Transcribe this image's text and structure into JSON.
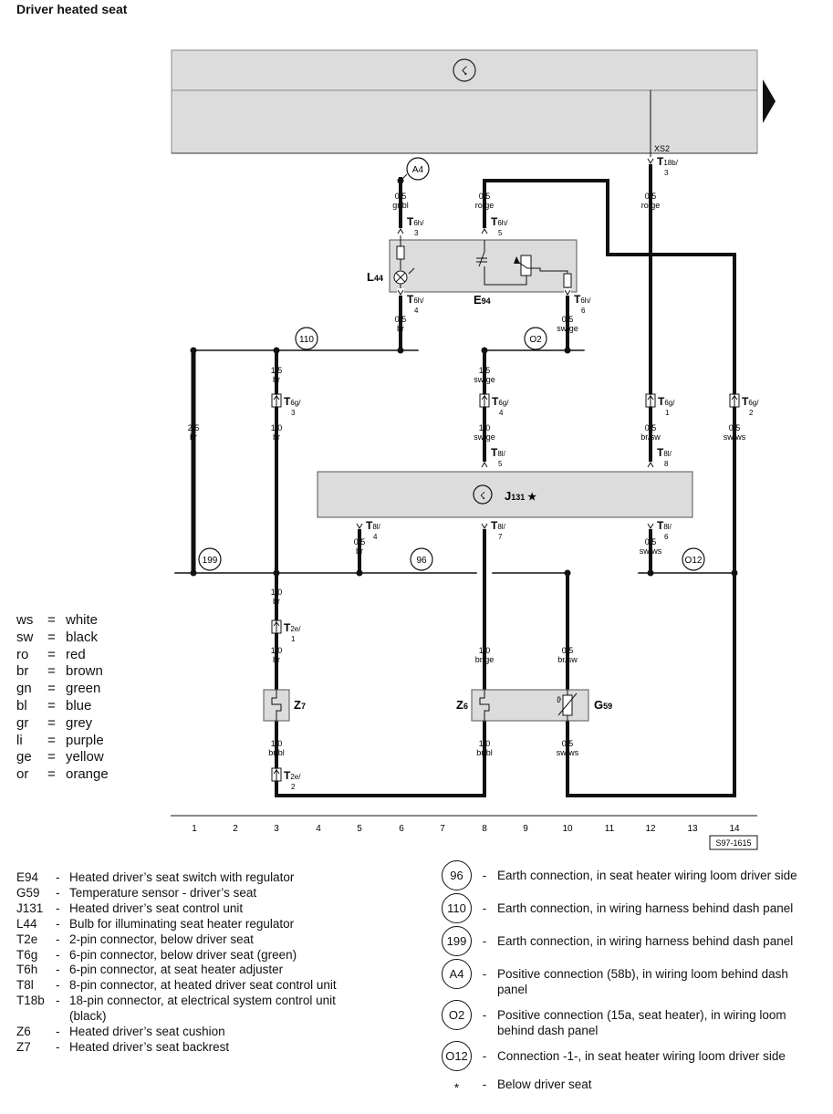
{
  "title": "Driver heated seat",
  "diagram_ref": "S97-1615",
  "track_numbers": [
    "1",
    "2",
    "3",
    "4",
    "5",
    "6",
    "7",
    "8",
    "9",
    "10",
    "11",
    "12",
    "13",
    "14"
  ],
  "earth_circles": {
    "c110": "110",
    "c199": "199",
    "c96": "96",
    "cA4": "A4",
    "cO2": "O2",
    "cO12": "O12"
  },
  "components": {
    "L44": {
      "main": "L",
      "sub": "44"
    },
    "E94": {
      "main": "E",
      "sub": "94"
    },
    "J131": {
      "main": "J",
      "sub": "131",
      "mark": "★"
    },
    "Z7": {
      "main": "Z",
      "sub": "7"
    },
    "Z6": {
      "main": "Z",
      "sub": "6"
    },
    "G59": {
      "main": "G",
      "sub": "59"
    }
  },
  "connectors": {
    "xs2": "XS2",
    "t18b3": {
      "main": "T",
      "sub": "18b/",
      "pin": "3"
    },
    "t6h3": {
      "main": "T",
      "sub": "6h/",
      "pin": "3"
    },
    "t6h5": {
      "main": "T",
      "sub": "6h/",
      "pin": "5"
    },
    "t6h4": {
      "main": "T",
      "sub": "6h/",
      "pin": "4"
    },
    "t6h6": {
      "main": "T",
      "sub": "6h/",
      "pin": "6"
    },
    "t6g3": {
      "main": "T",
      "sub": "6g/",
      "pin": "3"
    },
    "t6g4": {
      "main": "T",
      "sub": "6g/",
      "pin": "4"
    },
    "t6g1": {
      "main": "T",
      "sub": "6g/",
      "pin": "1"
    },
    "t6g2": {
      "main": "T",
      "sub": "6g/",
      "pin": "2"
    },
    "t8l5": {
      "main": "T",
      "sub": "8l/",
      "pin": "5"
    },
    "t8l8": {
      "main": "T",
      "sub": "8l/",
      "pin": "8"
    },
    "t8l4": {
      "main": "T",
      "sub": "8l/",
      "pin": "4"
    },
    "t8l7": {
      "main": "T",
      "sub": "8l/",
      "pin": "7"
    },
    "t8l6": {
      "main": "T",
      "sub": "8l/",
      "pin": "6"
    },
    "t2e1": {
      "main": "T",
      "sub": "2e/",
      "pin": "1"
    },
    "t2e2": {
      "main": "T",
      "sub": "2e/",
      "pin": "2"
    }
  },
  "wires": {
    "w_grbl": {
      "size": "0,5",
      "color": "gr/bl"
    },
    "w_roge1": {
      "size": "0,5",
      "color": "ro/ge"
    },
    "w_roge2": {
      "size": "0,5",
      "color": "ro/ge"
    },
    "w_br_l44": {
      "size": "0,5",
      "color": "br"
    },
    "w_swge_e94": {
      "size": "0,5",
      "color": "sw/ge"
    },
    "w_25br": {
      "size": "2,5",
      "color": "br"
    },
    "w_15br": {
      "size": "1,5",
      "color": "br"
    },
    "w_15swge": {
      "size": "1,5",
      "color": "sw/ge"
    },
    "w_10br_a": {
      "size": "1,0",
      "color": "br"
    },
    "w_10swge": {
      "size": "1,0",
      "color": "sw/ge"
    },
    "w_05brsw": {
      "size": "0,5",
      "color": "br/sw"
    },
    "w_05swws_a": {
      "size": "0,5",
      "color": "sw/ws"
    },
    "w_05br_j": {
      "size": "0,5",
      "color": "br"
    },
    "w_05swws_j": {
      "size": "0,5",
      "color": "sw/ws"
    },
    "w_10br_b": {
      "size": "1,0",
      "color": "br"
    },
    "w_10br_c": {
      "size": "1,0",
      "color": "br"
    },
    "w_10brge": {
      "size": "1,0",
      "color": "br/ge"
    },
    "w_05brsw_g": {
      "size": "0,5",
      "color": "br/sw"
    },
    "w_10brbl_a": {
      "size": "1,0",
      "color": "br/bl"
    },
    "w_10brbl_b": {
      "size": "1,0",
      "color": "br/bl"
    },
    "w_05swws_g": {
      "size": "0,5",
      "color": "sw/ws"
    }
  },
  "color_codes": [
    {
      "code": "ws",
      "name": "white"
    },
    {
      "code": "sw",
      "name": "black"
    },
    {
      "code": "ro",
      "name": "red"
    },
    {
      "code": "br",
      "name": "brown"
    },
    {
      "code": "gn",
      "name": "green"
    },
    {
      "code": "bl",
      "name": "blue"
    },
    {
      "code": "gr",
      "name": "grey"
    },
    {
      "code": "li",
      "name": "purple"
    },
    {
      "code": "ge",
      "name": "yellow"
    },
    {
      "code": "or",
      "name": "orange"
    }
  ],
  "legend_components": [
    {
      "code": "E94",
      "desc": "Heated driver’s seat switch with regulator"
    },
    {
      "code": "G59",
      "desc": "Temperature sensor - driver’s seat"
    },
    {
      "code": "J131",
      "desc": "Heated driver’s seat control unit"
    },
    {
      "code": "L44",
      "desc": "Bulb for illuminating seat heater regulator"
    },
    {
      "code": "T2e",
      "desc": "2-pin connector, below driver seat"
    },
    {
      "code": "T6g",
      "desc": "6-pin connector, below driver seat (green)"
    },
    {
      "code": "T6h",
      "desc": "6-pin connector, at seat heater adjuster"
    },
    {
      "code": "T8l",
      "desc": "8-pin connector, at heated driver seat control unit"
    },
    {
      "code": "T18b",
      "desc": "18-pin connector, at electrical system control unit (black)"
    },
    {
      "code": "Z6",
      "desc": "Heated driver’s seat cushion"
    },
    {
      "code": "Z7",
      "desc": "Heated driver’s seat backrest"
    }
  ],
  "legend_earths": [
    {
      "code": "96",
      "desc": "Earth connection, in seat heater wiring loom driver side"
    },
    {
      "code": "110",
      "desc": "Earth connection, in wiring harness behind dash panel"
    },
    {
      "code": "199",
      "desc": "Earth connection, in wiring harness behind dash panel"
    },
    {
      "code": "A4",
      "desc": "Positive connection (58b), in wiring loom behind dash panel"
    },
    {
      "code": "O2",
      "desc": "Positive connection (15a, seat heater), in wiring loom behind dash panel"
    },
    {
      "code": "O12",
      "desc": "Connection -1-, in seat heater wiring loom driver side"
    }
  ],
  "legend_star": {
    "mark": "*",
    "desc": "Below driver seat"
  },
  "dash": "-",
  "eq": "="
}
